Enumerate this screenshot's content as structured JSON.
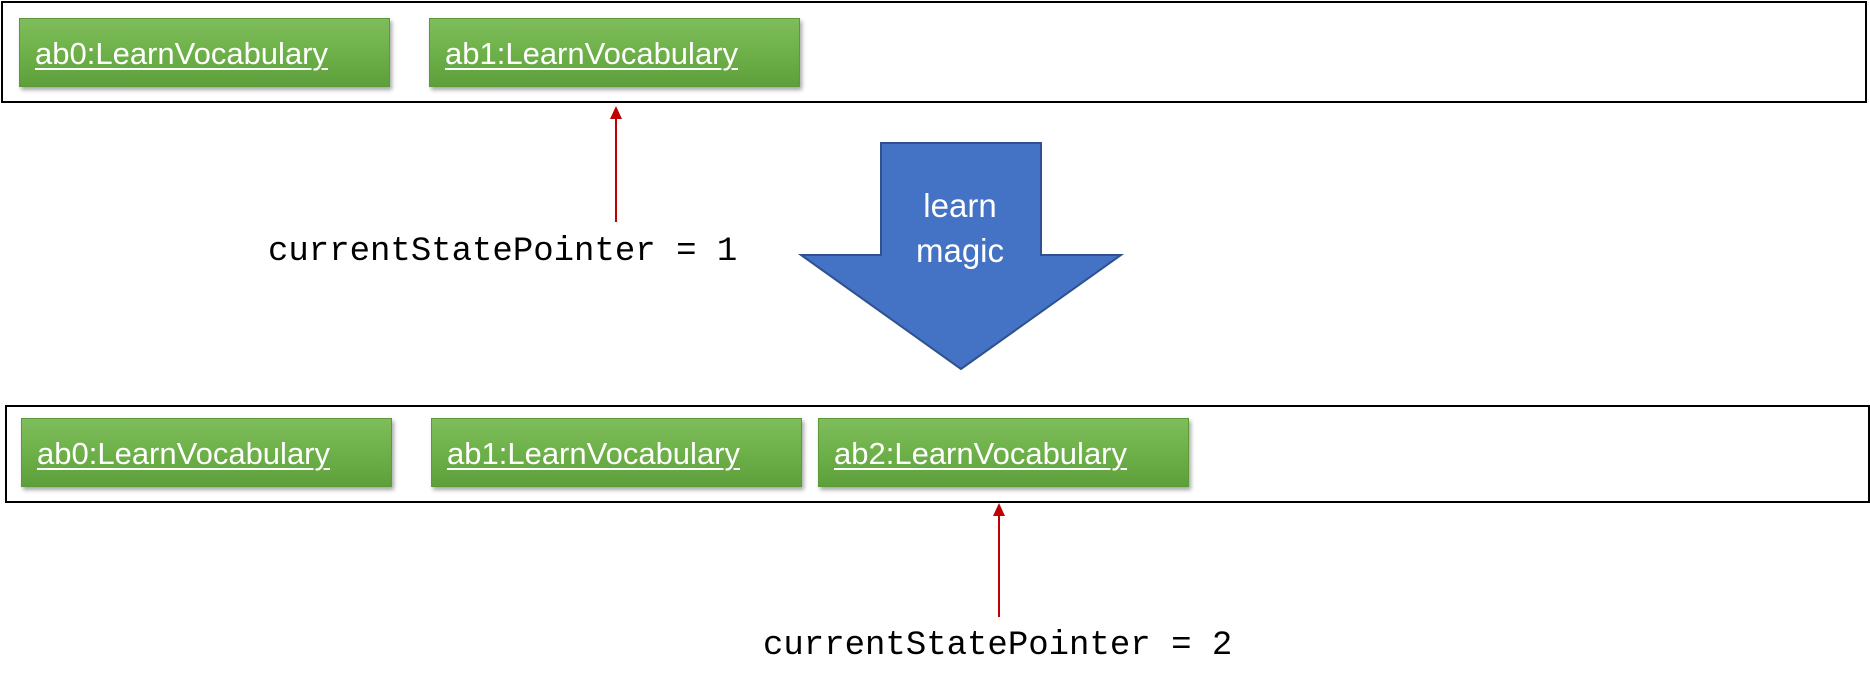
{
  "before": {
    "states": [
      {
        "label": "ab0:LearnVocabulary"
      },
      {
        "label": "ab1:LearnVocabulary"
      }
    ],
    "pointer_label": "currentStatePointer = 1"
  },
  "transition": {
    "line1": "learn",
    "line2": "magic",
    "arrow_color": "#4472c4"
  },
  "after": {
    "states": [
      {
        "label": "ab0:LearnVocabulary"
      },
      {
        "label": "ab1:LearnVocabulary"
      },
      {
        "label": "ab2:LearnVocabulary"
      }
    ],
    "pointer_label": "currentStatePointer = 2"
  },
  "colors": {
    "state_fill": "#70ad47",
    "pointer_arrow": "#c00000",
    "border": "#000000"
  }
}
